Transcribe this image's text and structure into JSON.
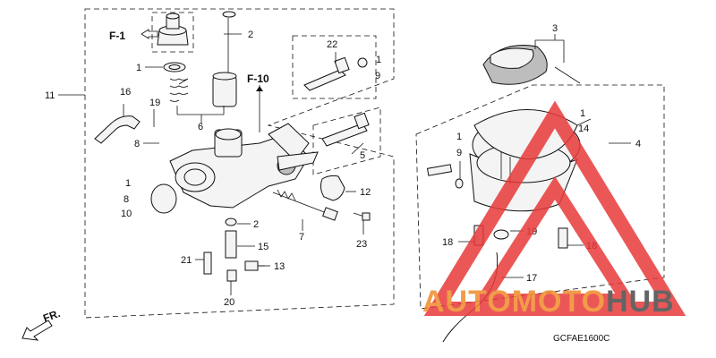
{
  "callouts": {
    "c1a": "1",
    "c1b": "1",
    "c1c": "1",
    "c1d": "1",
    "c1e": "1",
    "c2a": "2",
    "c2b": "2",
    "c3": "3",
    "c4": "4",
    "c5": "5",
    "c6": "6",
    "c7": "7",
    "c8a": "8",
    "c8b": "8",
    "c9a": "9",
    "c9b": "9",
    "c10": "10",
    "c11": "11",
    "c12": "12",
    "c13": "13",
    "c14": "14",
    "c15": "15",
    "c16": "16",
    "c17": "17",
    "c18a": "18",
    "c18b": "18",
    "c19a": "19",
    "c19b": "19",
    "c20": "20",
    "c21": "21",
    "c22": "22",
    "c23": "23"
  },
  "refs": {
    "f1": "F-1",
    "f10": "F-10",
    "fr": "FR."
  },
  "diagram_code": "GCFAE1600C",
  "watermark": {
    "part1": "AUTOMOTO",
    "part2": "HUB",
    "color_accent": "#f08a2a",
    "color_dark": "#4a4a4a",
    "triangle_color": "#e83a3a"
  }
}
